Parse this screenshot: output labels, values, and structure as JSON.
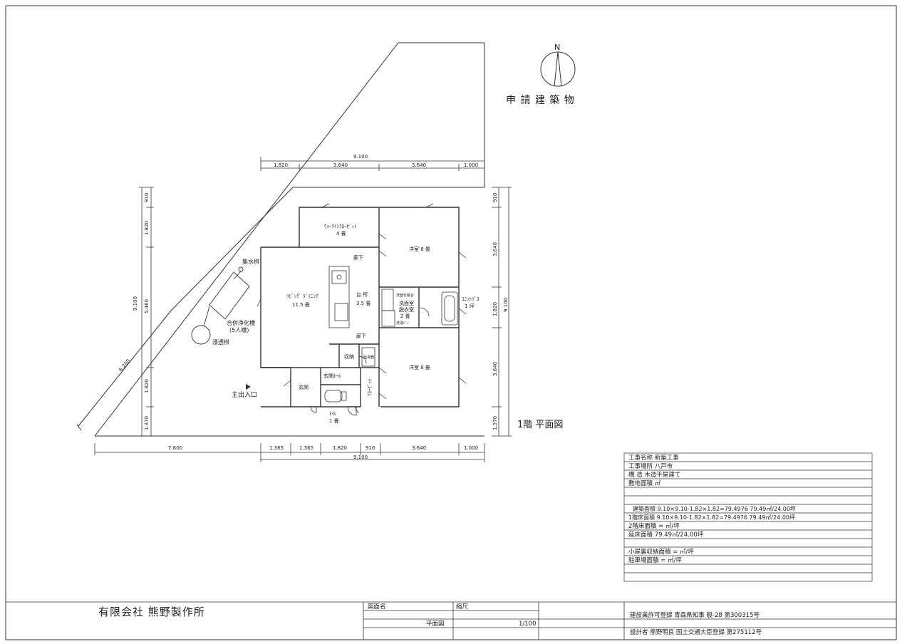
{
  "building_title": "申 請 建 築 物",
  "compass_label": "N",
  "floor_plan_title": "1階 平面図",
  "labels": {
    "main_entrance": "主出入口",
    "collection_basin": "集水桝",
    "septic_tank": "合併浄化槽",
    "septic_capacity": "(5人槽)",
    "infiltration_basin": "浸透桝"
  },
  "rooms": {
    "walk_in_closet": "ｳｫｰｸｲﾝｸﾛｰｾﾞｯﾄ",
    "walk_in_closet_size": "4 畳",
    "western_room_1": "洋室 8 畳",
    "corridor_top": "廊下",
    "living_dining": "ﾘﾋﾞﾝｸﾞ ﾀﾞｲﾆﾝｸﾞ",
    "living_dining_size": "11.5 畳",
    "kitchen": "台 所",
    "kitchen_size": "3.5 畳",
    "vanity": "洗面化粧台",
    "washroom": "洗面室",
    "dressing": "脱衣室",
    "washroom_size": "2 畳",
    "washing_machine": "洗濯ﾊﾟﾝ",
    "unit_bath": "ﾕﾆｯﾄﾊﾞｽ",
    "unit_bath_size": "1 坪",
    "corridor_mid": "廊下",
    "storage": "収納",
    "water_heater": "給湯器",
    "western_room_2": "洋室 8 畳",
    "entrance_hall": "玄関ﾎｰﾙ",
    "closet": "ｸﾛｰｾﾞｯﾄ",
    "entrance": "玄関",
    "toilet": "ﾄｲﾚ",
    "toilet_size": "1 畳"
  },
  "dimensions": {
    "top_total": "9.100",
    "top_segments": [
      "1.820",
      "3.640",
      "3.640",
      "1.000"
    ],
    "bottom_segments": [
      "7.600",
      "1.365",
      "1.365",
      "1.820",
      "910",
      "3.640",
      "1.000"
    ],
    "bottom_total": "9.100",
    "left_total": "9.100",
    "left_segments": [
      "910",
      "1.820",
      "5.460",
      "1.820",
      "1.370"
    ],
    "right_total": "9.100",
    "right_segments": [
      "910",
      "3.640",
      "1.820",
      "3.640",
      "1.370"
    ],
    "diagonal": "6.200"
  },
  "project_info": [
    "工事名称  新築工事",
    "工事場所  八戸市",
    "構  造   木造平屋建て",
    "敷地面積     ㎡",
    "",
    "",
    "建築面積  9.10×9.10-1.82×1.82=79.4976  79.49㎡/24.00坪",
    "1階床面積  9.10×9.10-1.82×1.82=79.4976  79.49㎡/24.00坪",
    "2階床面積  = ㎡/坪",
    "延床面積   79.49㎡/24.00坪",
    "",
    "小屋裏収納面積  =  ㎡/坪",
    " 駐車場面積  =  ㎡/坪",
    "",
    ""
  ],
  "footer": {
    "company": "有限会社  熊野製作所",
    "drawing_name_label": "図面名",
    "scale_label": "縮尺",
    "drawing_name": "平面図",
    "scale": "1/100",
    "license": "建設業許可登録   青森県知事 般-28 第300315号",
    "designer": "設計者 熊野明良   国土交通大臣登録 第275112号"
  }
}
